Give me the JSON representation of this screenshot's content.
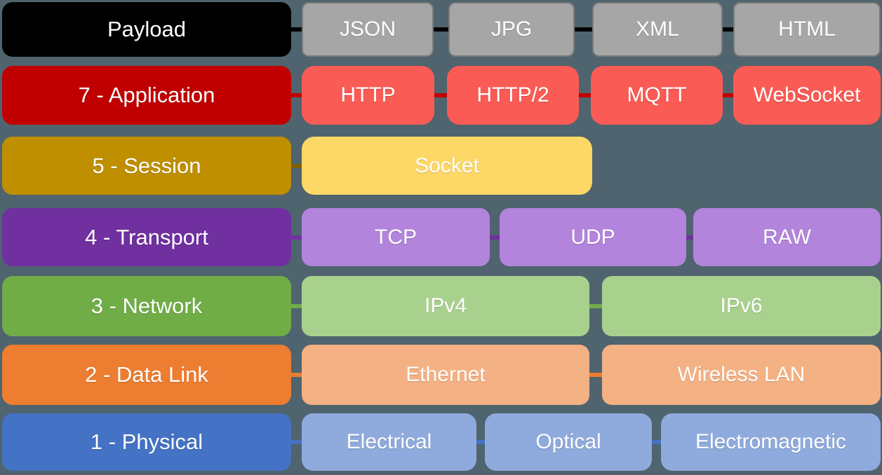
{
  "diagram": {
    "description": "OSI layer stack with example protocols per layer",
    "background_color": "#4f646e",
    "text_color": "#ffffff"
  },
  "rows": [
    {
      "label": "Payload",
      "label_color": "#000000",
      "item_color": "#a6a6a6",
      "connector_color": "#000000",
      "items": [
        "JSON",
        "JPG",
        "XML",
        "HTML"
      ]
    },
    {
      "label": "7 - Application",
      "label_color": "#c00000",
      "item_color": "#fa5b55",
      "connector_color": "#c00000",
      "items": [
        "HTTP",
        "HTTP/2",
        "MQTT",
        "WebSocket"
      ]
    },
    {
      "label": "5 - Session",
      "label_color": "#bf8f00",
      "item_color": "#fdd867",
      "connector_color": "#7f6000",
      "items": [
        "Socket"
      ]
    },
    {
      "label": "4 - Transport",
      "label_color": "#7030a0",
      "item_color": "#b284db",
      "connector_color": "#7030a0",
      "items": [
        "TCP",
        "UDP",
        "RAW"
      ]
    },
    {
      "label": "3 - Network",
      "label_color": "#70ad47",
      "item_color": "#a9d18e",
      "connector_color": "#70ad47",
      "items": [
        "IPv4",
        "IPv6"
      ]
    },
    {
      "label": "2 - Data Link",
      "label_color": "#ed7d31",
      "item_color": "#f4b183",
      "connector_color": "#ed7d31",
      "items": [
        "Ethernet",
        "Wireless LAN"
      ]
    },
    {
      "label": "1 - Physical",
      "label_color": "#4472c4",
      "item_color": "#8faadc",
      "connector_color": "#4472c4",
      "items": [
        "Electrical",
        "Optical",
        "Electromagnetic"
      ]
    }
  ]
}
